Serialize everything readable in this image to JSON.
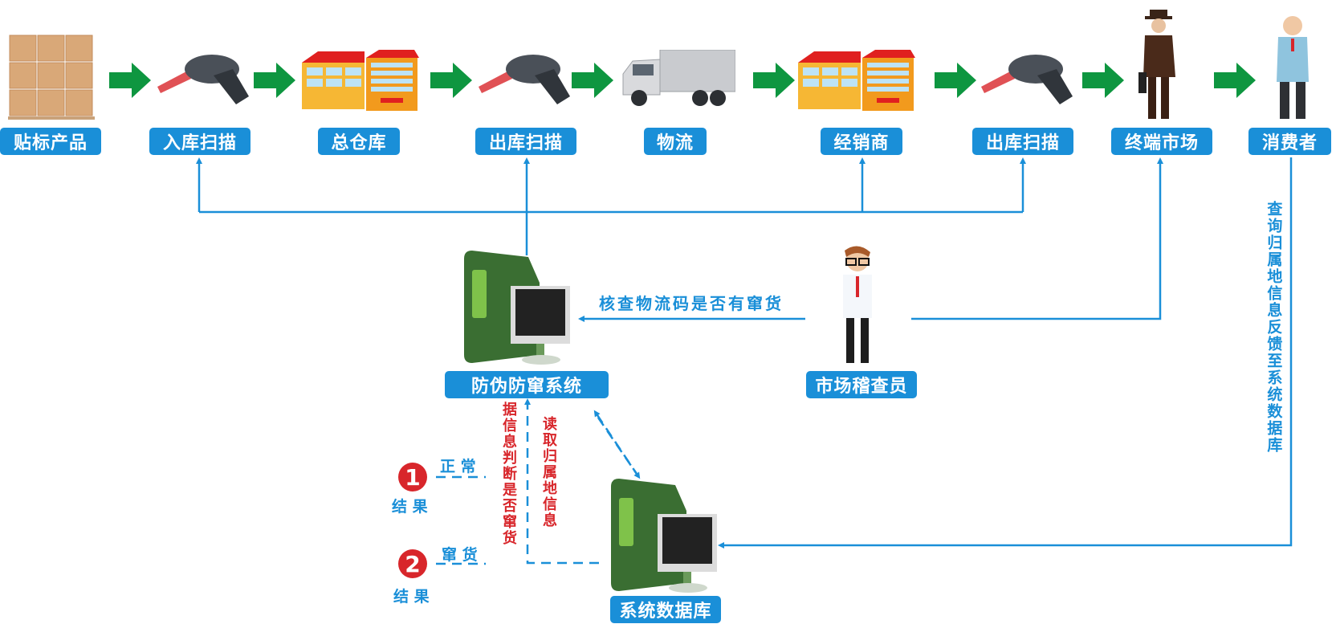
{
  "colors": {
    "accent": "#1a8fd8",
    "arrow": "#0e9640",
    "warning": "#d8262b"
  },
  "flow": {
    "steps": [
      {
        "label": "贴标产品",
        "icon": "product-boxes-icon"
      },
      {
        "label": "入库扫描",
        "icon": "barcode-scanner-icon"
      },
      {
        "label": "总仓库",
        "icon": "warehouse-building-icon"
      },
      {
        "label": "出库扫描",
        "icon": "barcode-scanner-icon"
      },
      {
        "label": "物流",
        "icon": "delivery-truck-icon"
      },
      {
        "label": "经销商",
        "icon": "dealer-building-icon"
      },
      {
        "label": "出库扫描",
        "icon": "barcode-scanner-icon"
      },
      {
        "label": "终端市场",
        "icon": "businessman-icon"
      },
      {
        "label": "消费者",
        "icon": "consumer-person-icon"
      }
    ]
  },
  "system": {
    "label": "防伪防窜系统",
    "icon": "computer-server-icon"
  },
  "inspector": {
    "label": "市场稽查员",
    "icon": "inspector-person-icon"
  },
  "database": {
    "label": "系统数据库",
    "icon": "database-server-icon"
  },
  "annotations": {
    "check_code": "核查物流码是否有窜货",
    "consumer_query": "查询归属地信息反馈至系统数据库",
    "judge": "据信息判断是否窜货",
    "read_location": "读取归属地信息"
  },
  "results": [
    {
      "badge": "1",
      "caption": "结 果",
      "value": "正 常"
    },
    {
      "badge": "2",
      "caption": "结 果",
      "value": "窜 货"
    }
  ]
}
